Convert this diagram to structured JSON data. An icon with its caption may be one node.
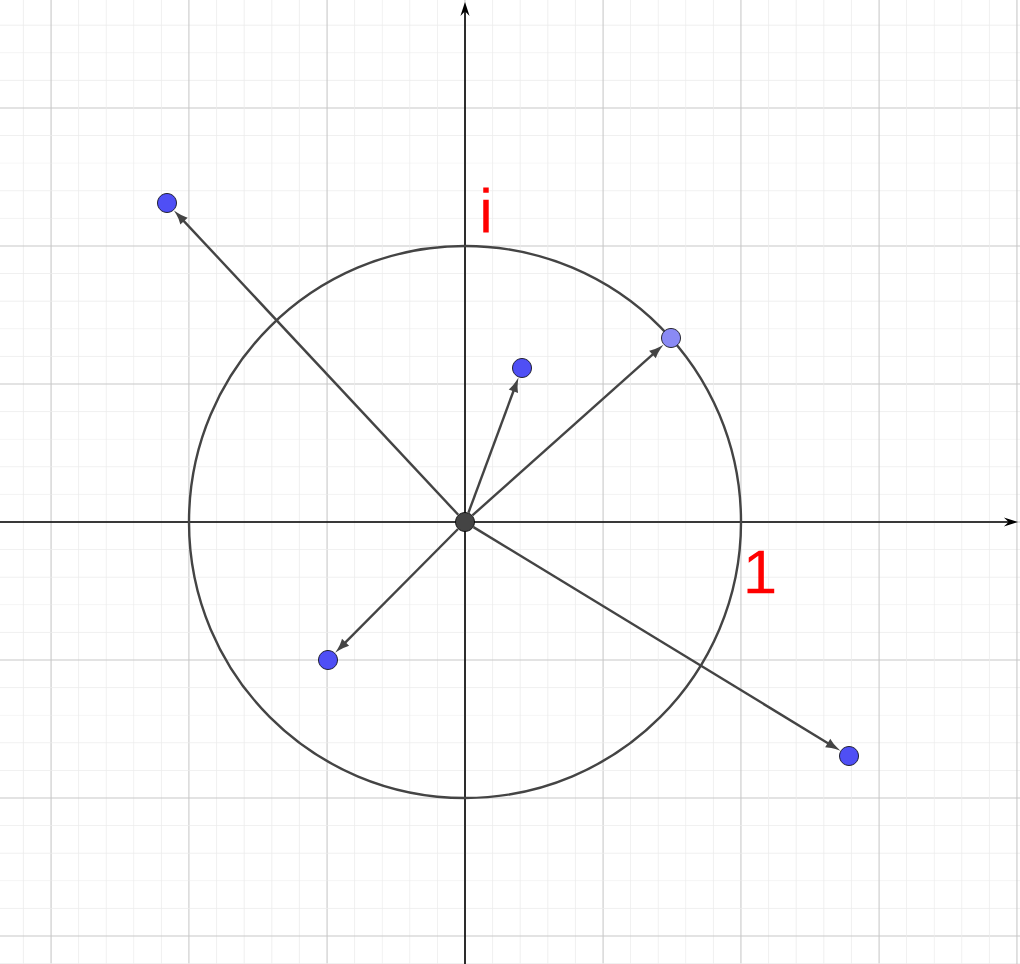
{
  "diagram": {
    "nodes": [
      {
        "text": [],
        "shape": "circle"
      },
      {
        "text": [],
        "shape": "circle"
      },
      {
        "text": [],
        "shape": "circle"
      },
      {
        "text": [],
        "shape": "circle"
      },
      {
        "text": [],
        "shape": "circle"
      },
      {
        "text": [],
        "shape": "circle"
      }
    ],
    "edges": [
      {
        "from": 0,
        "to": 1,
        "arrow": "to"
      },
      {
        "from": 0,
        "to": 2,
        "arrow": "to"
      },
      {
        "from": 0,
        "to": 3,
        "arrow": "to"
      },
      {
        "from": 0,
        "to": 4,
        "arrow": "to"
      },
      {
        "from": 0,
        "to": 5,
        "arrow": "to"
      }
    ],
    "labels": [
      "i",
      "1"
    ]
  }
}
